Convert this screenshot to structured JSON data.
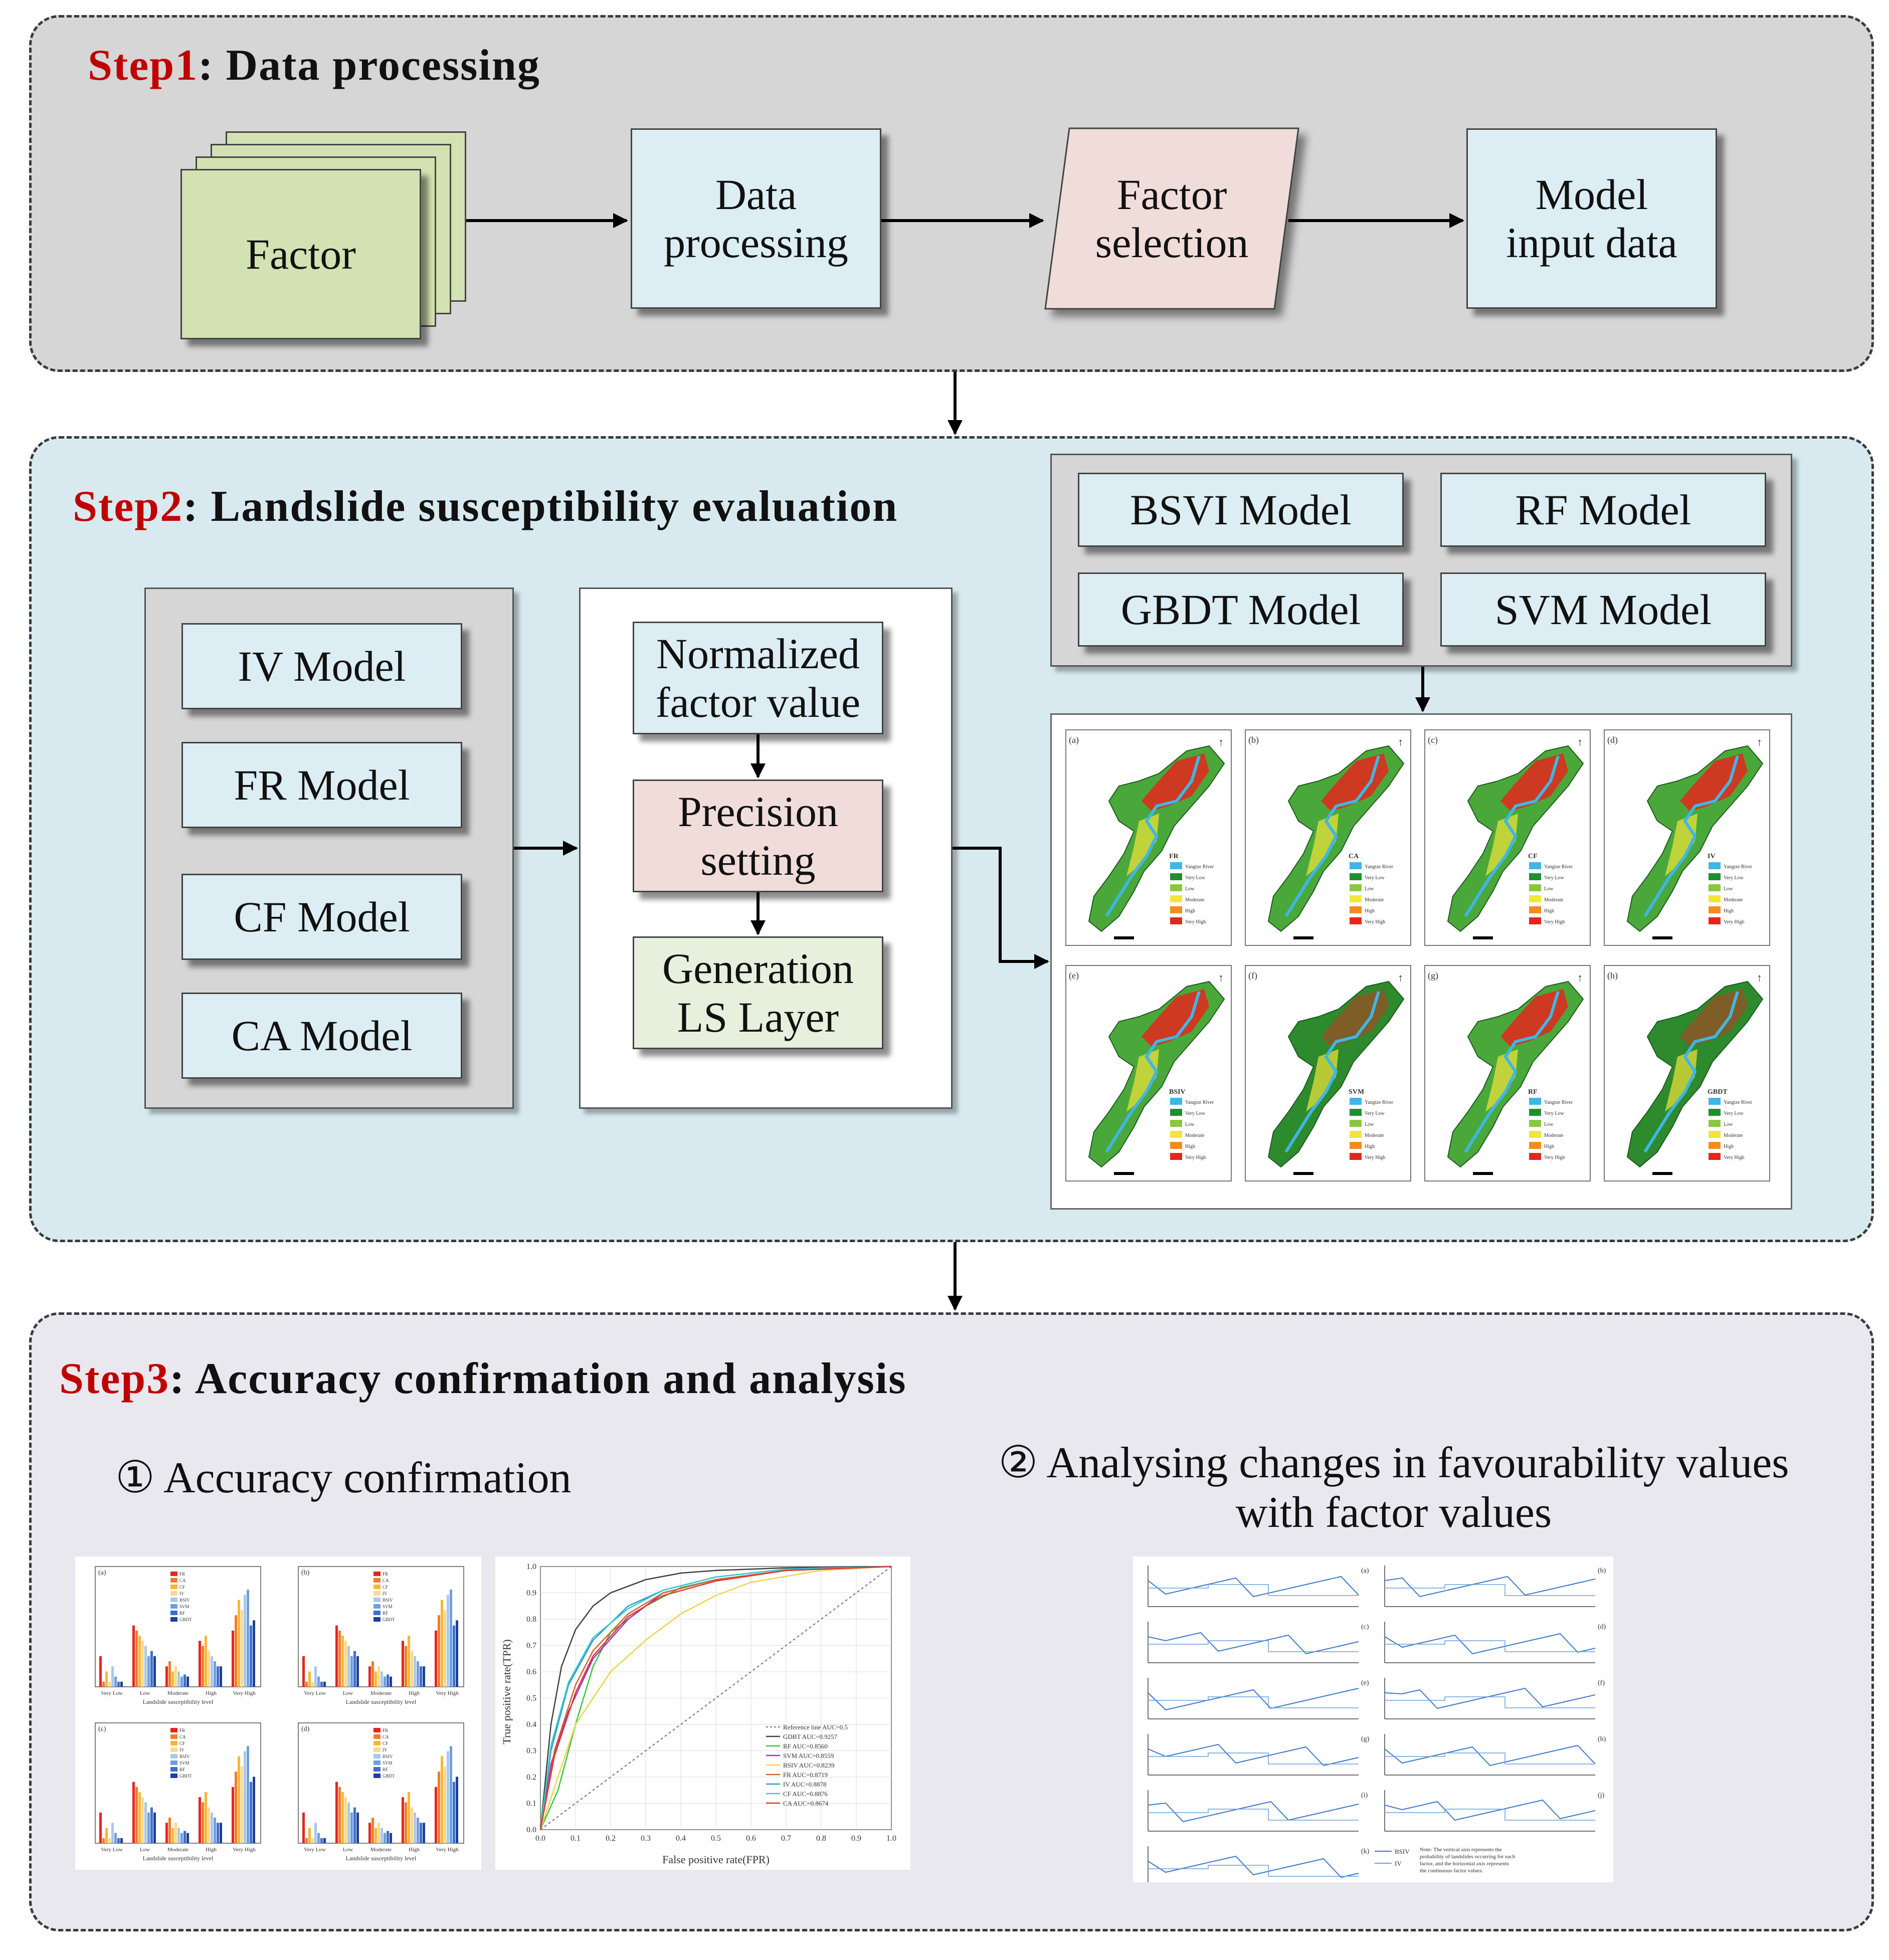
{
  "step1": {
    "num": "Step1",
    "title": ": Data processing",
    "boxes": {
      "factor": "Factor",
      "data_processing": "Data\nprocessing",
      "factor_selection": "Factor\nselection",
      "model_input": "Model\ninput data"
    }
  },
  "step2": {
    "num": "Step2",
    "title": ": Landslide susceptibility evaluation",
    "left_models": [
      "IV Model",
      "FR Model",
      "CF Model",
      "CA Model"
    ],
    "middle": [
      "Normalized\nfactor value",
      "Precision\nsetting",
      "Generation\nLS Layer"
    ],
    "ml_models": [
      "BSVI Model",
      "RF Model",
      "GBDT Model",
      "SVM Model"
    ],
    "maps": {
      "panels": [
        {
          "tag": "(a)",
          "model": "FR"
        },
        {
          "tag": "(b)",
          "model": "CA"
        },
        {
          "tag": "(c)",
          "model": "CF"
        },
        {
          "tag": "(d)",
          "model": "IV"
        },
        {
          "tag": "(e)",
          "model": "BSIV"
        },
        {
          "tag": "(f)",
          "model": "SVM"
        },
        {
          "tag": "(g)",
          "model": "RF"
        },
        {
          "tag": "(h)",
          "model": "GBDT"
        }
      ],
      "legend": [
        "Yangtze River",
        "Very Low",
        "Low",
        "Moderate",
        "High",
        "Very High"
      ],
      "legend_colors": [
        "#3fb6e6",
        "#1f8f2f",
        "#8cc63f",
        "#f2e53a",
        "#f28c1e",
        "#e5261f"
      ]
    }
  },
  "step3": {
    "num": "Step3",
    "title": ": Accuracy confirmation and analysis",
    "sub1": "① Accuracy confirmation",
    "sub2": "② Analysing changes in favourability values\nwith factor values",
    "bar_charts": {
      "panels": [
        "(a)",
        "(b)",
        "(c)",
        "(d)"
      ],
      "categories": [
        "Very Low",
        "Low",
        "Moderate",
        "High",
        "Very High"
      ],
      "xlabel": "Landslide susceptibility level",
      "series_names": [
        "FR",
        "CA",
        "CF",
        "IV",
        "BSIV",
        "SVM",
        "RF",
        "GBDT"
      ],
      "series_colors": [
        "#e5261f",
        "#f07c2a",
        "#f7b733",
        "#fcd98a",
        "#a8c8ec",
        "#6d9fe0",
        "#3f6fc9",
        "#1f3f9a"
      ]
    },
    "roc": {
      "xlabel": "False positive rate(FPR)",
      "ylabel": "True positive rate(TPR)",
      "ticks": [
        "0.0",
        "0.1",
        "0.2",
        "0.3",
        "0.4",
        "0.5",
        "0.6",
        "0.7",
        "0.8",
        "0.9",
        "1.0"
      ],
      "legend": [
        "Reference line AUC=0.5",
        "GDBT AUC=0.9257",
        "RF AUC=0.8560",
        "SVM AUC=0.8559",
        "BSIV AUC=0.8239",
        "FR AUC=0.8719",
        "IV AUC=0.8878",
        "CF AUC=0.8876",
        "CA AUC=0.8674"
      ],
      "colors": [
        "#888888",
        "#404040",
        "#33cc33",
        "#9933cc",
        "#f2d24a",
        "#cc6633",
        "#3399cc",
        "#33cccc",
        "#e53333"
      ]
    },
    "factor_plots": {
      "panels": [
        "(a)",
        "(b)",
        "(c)",
        "(d)",
        "(e)",
        "(f)",
        "(g)",
        "(h)",
        "(i)",
        "(j)",
        "(k)"
      ],
      "legend": [
        "BSIV",
        "IV"
      ],
      "note": "Note: The vertical axis represents the probability of landslides occurring for each factor, and the horizontal axis represents the continuous factor values."
    }
  },
  "chart_data": {
    "type": "line",
    "title": "",
    "xlabel": "False positive rate(FPR)",
    "ylabel": "True positive rate(TPR)",
    "xlim": [
      0,
      1
    ],
    "ylim": [
      0,
      1
    ],
    "series": [
      {
        "name": "Reference line AUC=0.5",
        "values": [
          [
            0,
            0
          ],
          [
            1,
            1
          ]
        ]
      },
      {
        "name": "GDBT AUC=0.9257",
        "values": [
          [
            0,
            0
          ],
          [
            0.03,
            0.4
          ],
          [
            0.06,
            0.62
          ],
          [
            0.1,
            0.76
          ],
          [
            0.15,
            0.85
          ],
          [
            0.2,
            0.9
          ],
          [
            0.3,
            0.95
          ],
          [
            0.4,
            0.975
          ],
          [
            0.5,
            0.985
          ],
          [
            0.7,
            0.995
          ],
          [
            1,
            1
          ]
        ]
      },
      {
        "name": "RF AUC=0.8560",
        "values": [
          [
            0,
            0
          ],
          [
            0.05,
            0.15
          ],
          [
            0.1,
            0.4
          ],
          [
            0.15,
            0.62
          ],
          [
            0.2,
            0.75
          ],
          [
            0.3,
            0.85
          ],
          [
            0.4,
            0.92
          ],
          [
            0.5,
            0.95
          ],
          [
            0.7,
            0.985
          ],
          [
            1,
            1
          ]
        ]
      },
      {
        "name": "SVM AUC=0.8559",
        "values": [
          [
            0,
            0
          ],
          [
            0.03,
            0.25
          ],
          [
            0.08,
            0.45
          ],
          [
            0.15,
            0.65
          ],
          [
            0.25,
            0.8
          ],
          [
            0.35,
            0.9
          ],
          [
            0.5,
            0.95
          ],
          [
            0.7,
            0.985
          ],
          [
            1,
            1
          ]
        ]
      },
      {
        "name": "BSIV AUC=0.8239",
        "values": [
          [
            0,
            0
          ],
          [
            0.05,
            0.2
          ],
          [
            0.1,
            0.4
          ],
          [
            0.2,
            0.6
          ],
          [
            0.3,
            0.72
          ],
          [
            0.4,
            0.82
          ],
          [
            0.5,
            0.89
          ],
          [
            0.6,
            0.94
          ],
          [
            0.8,
            0.985
          ],
          [
            1,
            1
          ]
        ]
      },
      {
        "name": "FR AUC=0.8719",
        "values": [
          [
            0,
            0
          ],
          [
            0.04,
            0.3
          ],
          [
            0.1,
            0.55
          ],
          [
            0.15,
            0.68
          ],
          [
            0.25,
            0.82
          ],
          [
            0.35,
            0.9
          ],
          [
            0.5,
            0.95
          ],
          [
            0.7,
            0.985
          ],
          [
            1,
            1
          ]
        ]
      },
      {
        "name": "IV AUC=0.8878",
        "values": [
          [
            0,
            0
          ],
          [
            0.03,
            0.3
          ],
          [
            0.08,
            0.55
          ],
          [
            0.15,
            0.72
          ],
          [
            0.25,
            0.85
          ],
          [
            0.35,
            0.91
          ],
          [
            0.5,
            0.96
          ],
          [
            0.7,
            0.99
          ],
          [
            1,
            1
          ]
        ]
      },
      {
        "name": "CF AUC=0.8876",
        "values": [
          [
            0,
            0
          ],
          [
            0.03,
            0.32
          ],
          [
            0.08,
            0.56
          ],
          [
            0.15,
            0.73
          ],
          [
            0.25,
            0.84
          ],
          [
            0.35,
            0.91
          ],
          [
            0.5,
            0.96
          ],
          [
            0.7,
            0.99
          ],
          [
            1,
            1
          ]
        ]
      },
      {
        "name": "CA AUC=0.8674",
        "values": [
          [
            0,
            0
          ],
          [
            0.04,
            0.28
          ],
          [
            0.1,
            0.52
          ],
          [
            0.15,
            0.66
          ],
          [
            0.25,
            0.81
          ],
          [
            0.35,
            0.89
          ],
          [
            0.5,
            0.945
          ],
          [
            0.7,
            0.985
          ],
          [
            1,
            1
          ]
        ]
      }
    ]
  }
}
